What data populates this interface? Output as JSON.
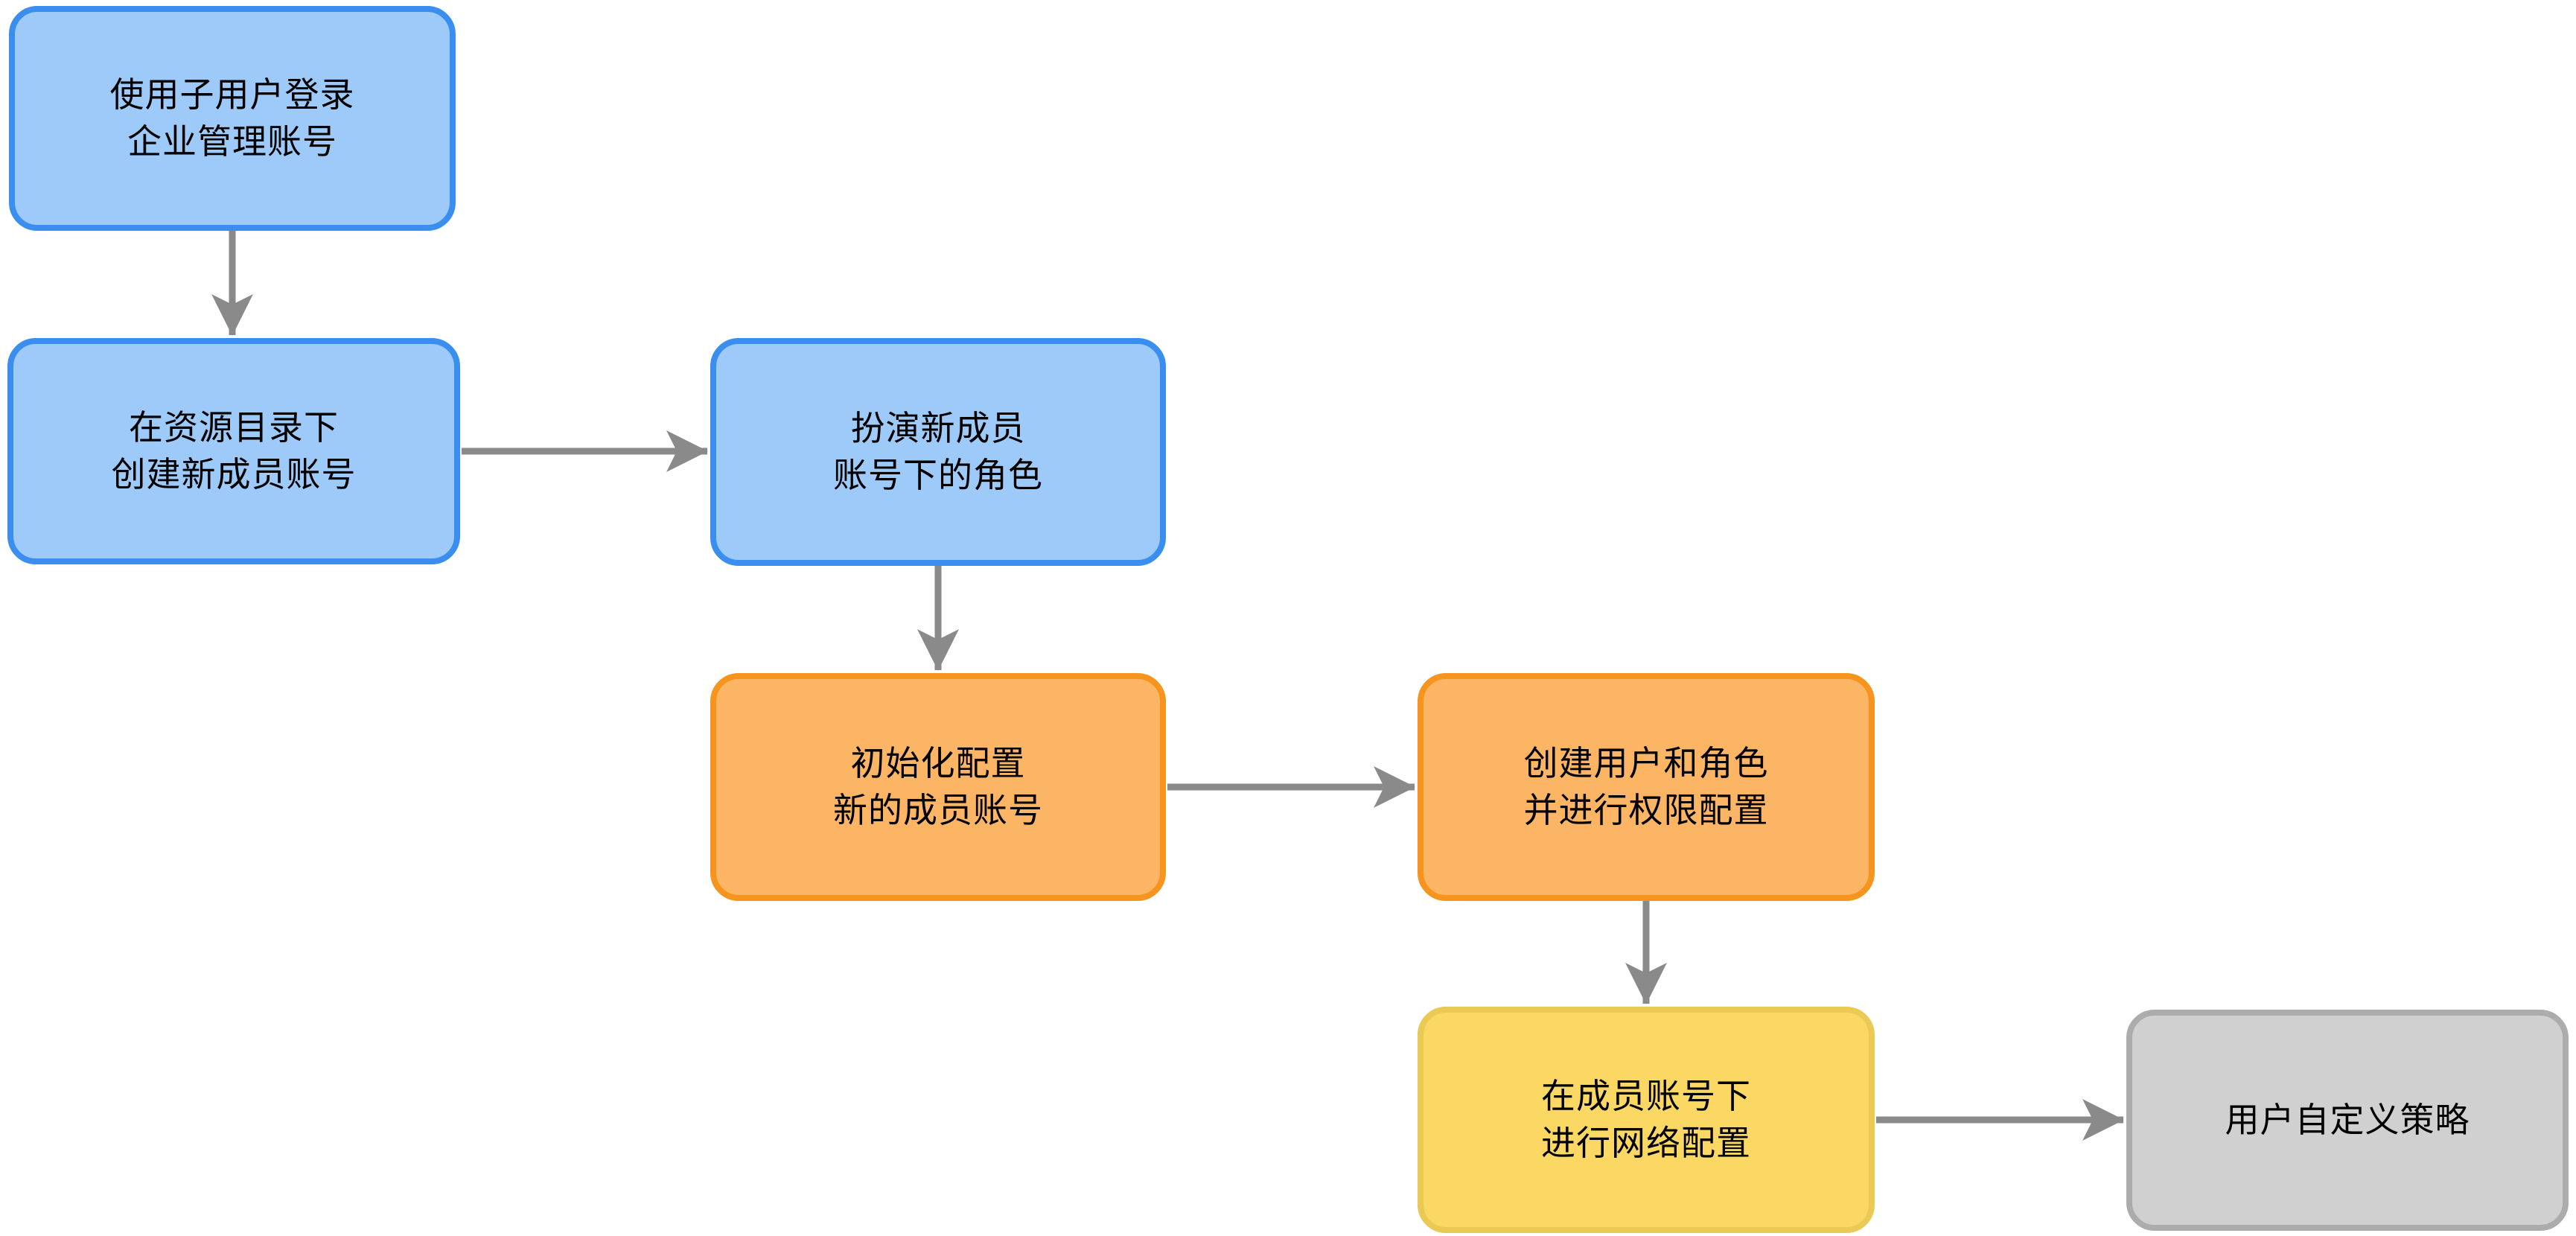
{
  "diagram": {
    "title": "",
    "background_color": "#ffffff",
    "text_color": "#000000",
    "arrow_color": "#8A8A8A",
    "styles": {
      "blue": {
        "fill": "#9DCAF8",
        "stroke": "#3A8EF0"
      },
      "orange": {
        "fill": "#FBB564",
        "stroke": "#F7941E"
      },
      "yellow": {
        "fill": "#FBD764",
        "stroke": "#EAC954"
      },
      "gray": {
        "fill": "#D0D0D0",
        "stroke": "#ACACAC"
      }
    },
    "nodes": [
      {
        "id": "n1",
        "style": "blue",
        "lines": [
          "使用子用户登录",
          "企业管理账号"
        ]
      },
      {
        "id": "n2",
        "style": "blue",
        "lines": [
          "在资源目录下",
          "创建新成员账号"
        ]
      },
      {
        "id": "n3",
        "style": "blue",
        "lines": [
          "扮演新成员",
          "账号下的角色"
        ]
      },
      {
        "id": "n4",
        "style": "orange",
        "lines": [
          "初始化配置",
          "新的成员账号"
        ]
      },
      {
        "id": "n5",
        "style": "orange",
        "lines": [
          "创建用户和角色",
          "并进行权限配置"
        ]
      },
      {
        "id": "n6",
        "style": "yellow",
        "lines": [
          "在成员账号下",
          "进行网络配置"
        ]
      },
      {
        "id": "n7",
        "style": "gray",
        "lines": [
          "用户自定义策略"
        ]
      }
    ],
    "edges": [
      {
        "from": "n1",
        "to": "n2",
        "direction": "down"
      },
      {
        "from": "n2",
        "to": "n3",
        "direction": "right"
      },
      {
        "from": "n3",
        "to": "n4",
        "direction": "down"
      },
      {
        "from": "n4",
        "to": "n5",
        "direction": "right"
      },
      {
        "from": "n5",
        "to": "n6",
        "direction": "down"
      },
      {
        "from": "n6",
        "to": "n7",
        "direction": "right"
      }
    ]
  }
}
